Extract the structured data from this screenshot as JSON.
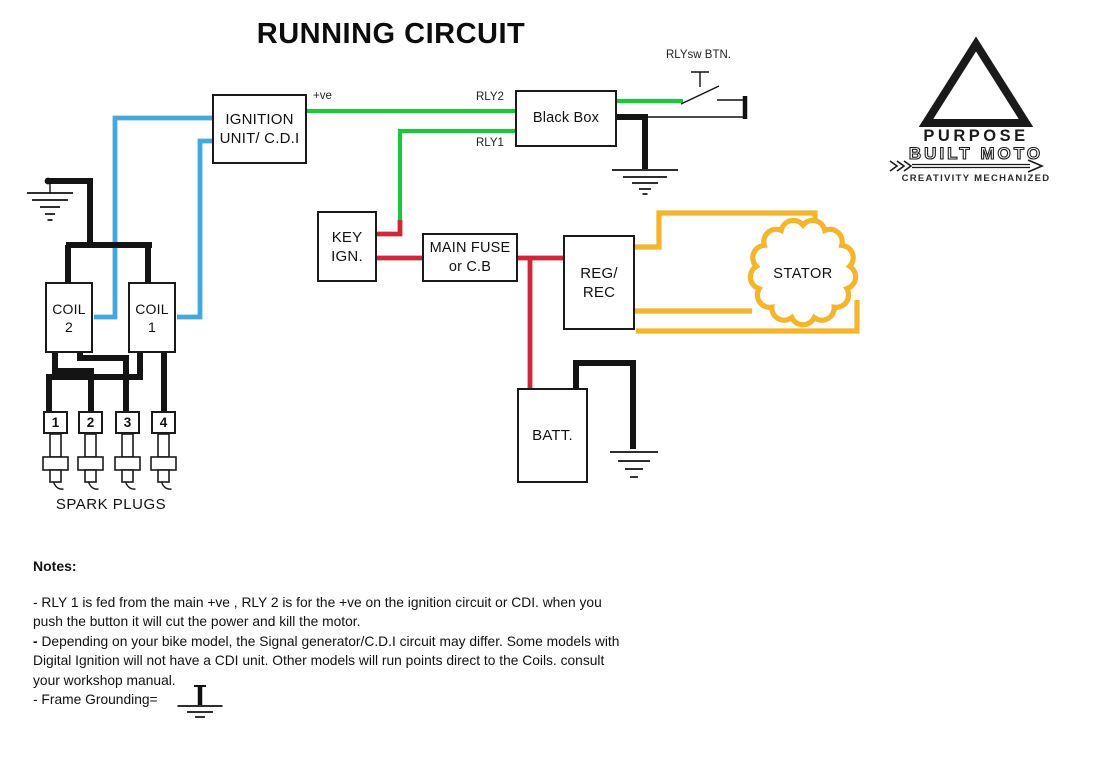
{
  "title": "RUNNING CIRCUIT",
  "colors": {
    "wire_green": "#1fc440",
    "wire_blue": "#44a8de",
    "wire_red": "#c82a38",
    "wire_yellow": "#f4b42c",
    "wire_black": "#141414",
    "ink": "#1a1a1a"
  },
  "components": {
    "ignition_unit": {
      "line1": "IGNITION",
      "line2": "UNIT/ C.D.I"
    },
    "black_box": {
      "label": "Black Box"
    },
    "key_ignition": {
      "line1": "KEY",
      "line2": "IGN."
    },
    "main_fuse": {
      "line1": "MAIN FUSE",
      "line2": "or C.B"
    },
    "regulator_rectifier": {
      "line1": "REG/",
      "line2": "REC"
    },
    "battery": {
      "label": "BATT."
    },
    "coil_2": {
      "line1": "COIL",
      "line2": "2"
    },
    "coil_1": {
      "line1": "COIL",
      "line2": "1"
    },
    "stator": {
      "label": "STATOR"
    }
  },
  "wire_labels": {
    "positive": "+ve",
    "rly2": "RLY2",
    "rly1": "RLY1",
    "relay_switch_button": "RLYsw BTN."
  },
  "spark_plugs": {
    "numbers": [
      "1",
      "2",
      "3",
      "4"
    ],
    "label": "SPARK PLUGS"
  },
  "logo": {
    "name_line1": "PURPOSE",
    "name_line2": "BUILT MOTO",
    "tagline": "CREATIVITY MECHANIZED"
  },
  "notes": {
    "heading": "Notes:",
    "bold_dash": "-",
    "lines": [
      "- RLY 1 is fed from the main +ve , RLY 2 is for the +ve on the ignition circuit or CDI. when you",
      "push the button it will cut the power and kill the motor.",
      " Depending on your bike model, the Signal generator/C.D.I circuit may differ. Some models with",
      "Digital Ignition will not have a CDI unit. Other models will run points direct to the Coils. consult",
      "your workshop manual.",
      "- Frame Grounding="
    ]
  }
}
